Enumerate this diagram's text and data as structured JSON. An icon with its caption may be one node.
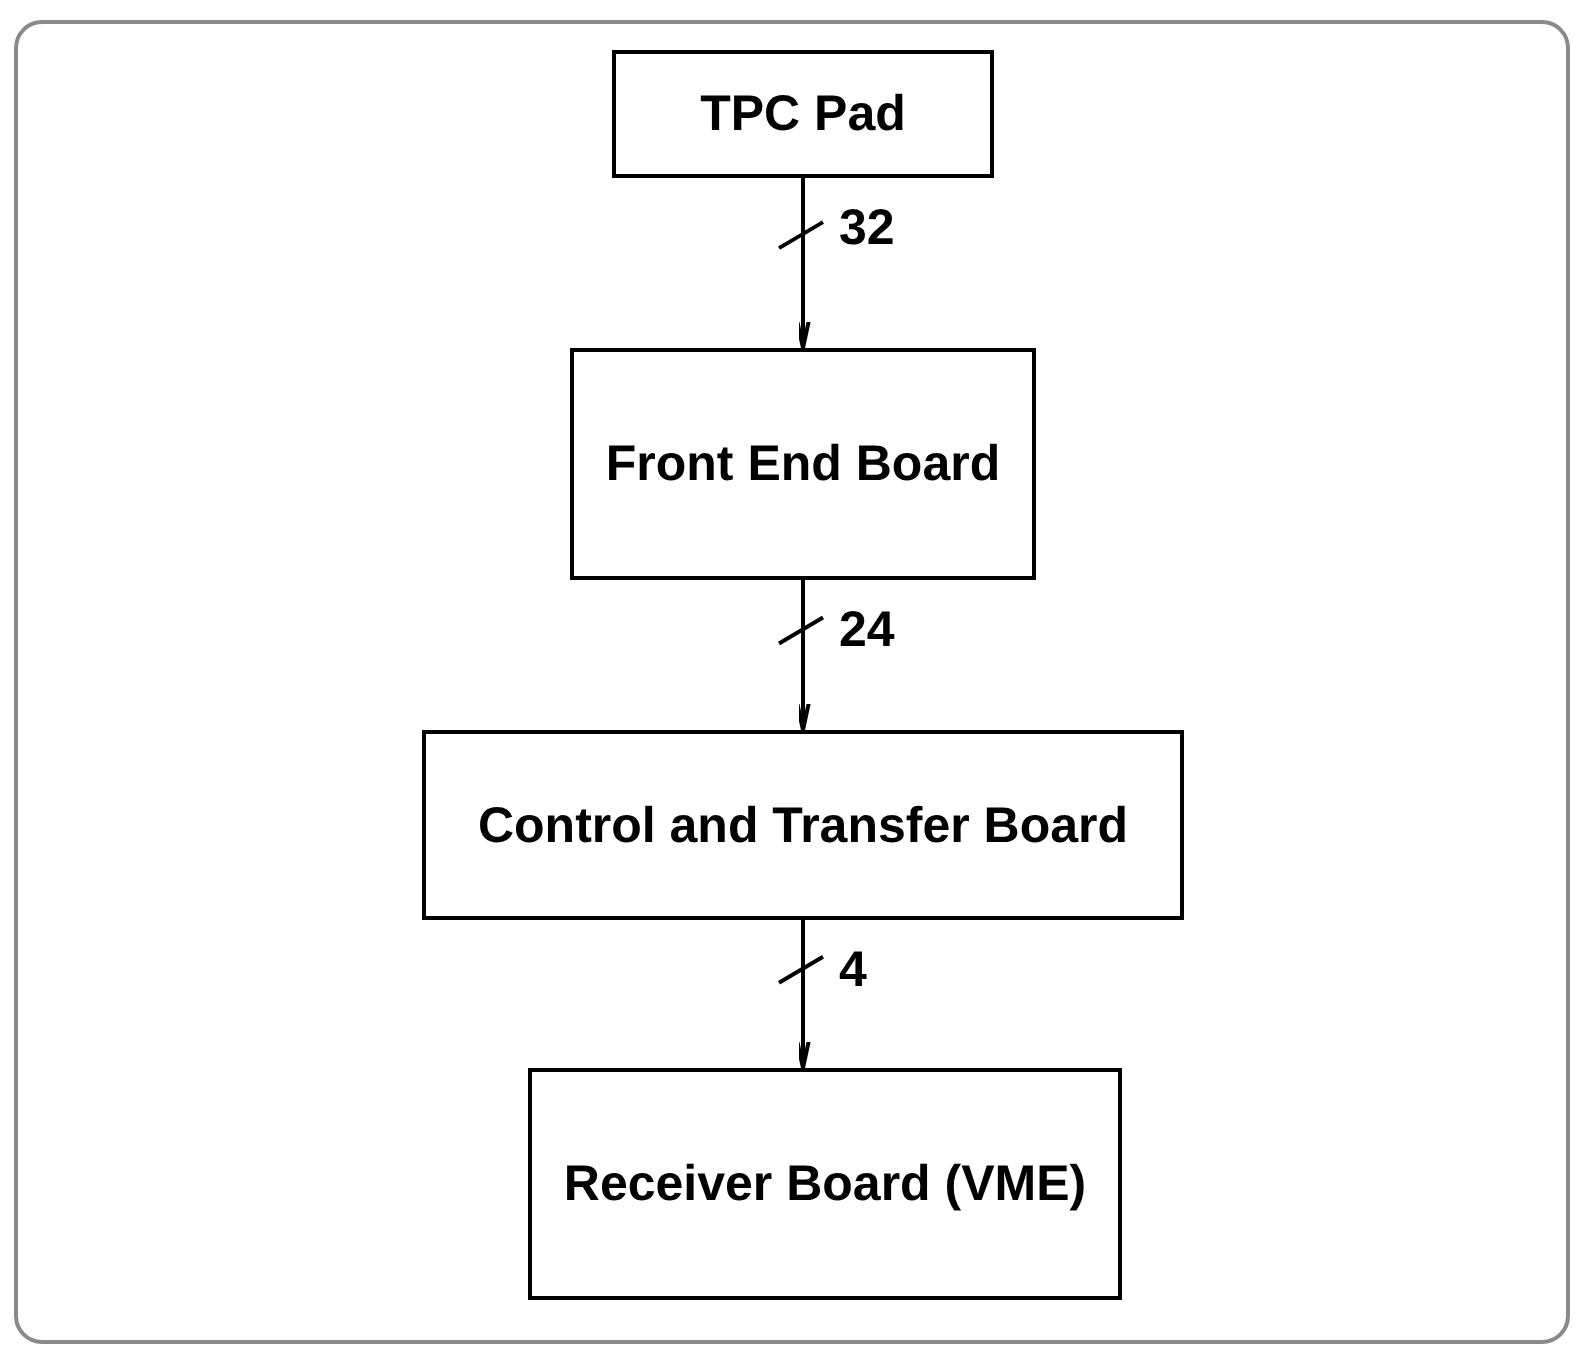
{
  "diagram": {
    "nodes": [
      {
        "text": [
          "TPC Pad"
        ]
      },
      {
        "text": [
          "Front End Board"
        ]
      },
      {
        "text": [
          "Control and Transfer Board"
        ]
      },
      {
        "text": [
          "Receiver Board (VME)"
        ]
      }
    ],
    "edges": [
      {
        "from": 0,
        "to": 1,
        "arrow": "to",
        "label": "32"
      },
      {
        "from": 1,
        "to": 2,
        "arrow": "to",
        "label": "24"
      },
      {
        "from": 2,
        "to": 3,
        "arrow": "to",
        "label": "4"
      }
    ]
  }
}
